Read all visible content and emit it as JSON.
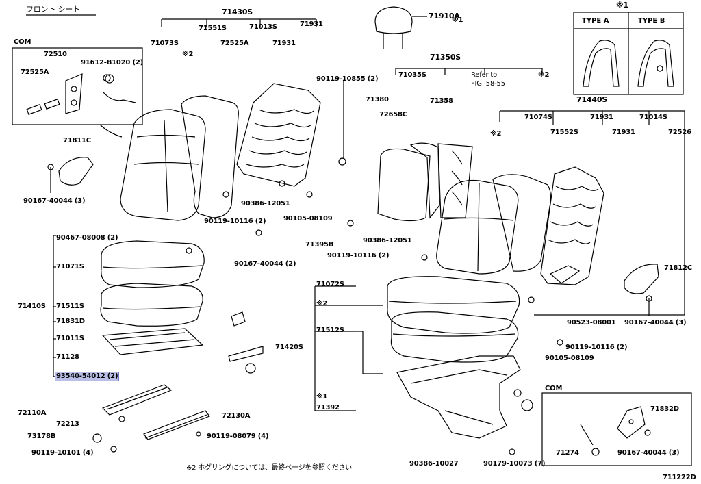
{
  "header": {
    "title_jp": "フロント シート",
    "note": "※2 ホグリングについては、最終ページを参照ください",
    "diagram_id": "711222D",
    "refer_line1": "Refer to",
    "refer_line2": "FIG. 58-55"
  },
  "type_box": {
    "mark": "※1",
    "type_a": "TYPE A",
    "type_b": "TYPE B"
  },
  "com_box_left": {
    "label": "COM"
  },
  "com_box_right": {
    "label": "COM"
  },
  "labels": [
    {
      "text": "71430S"
    },
    {
      "text": "71910A"
    },
    {
      "text": "※1"
    },
    {
      "text": "71073S"
    },
    {
      "text": "71551S"
    },
    {
      "text": "71013S"
    },
    {
      "text": "71931"
    },
    {
      "text": "72525A"
    },
    {
      "text": "71931"
    },
    {
      "text": "※2"
    },
    {
      "text": "72510"
    },
    {
      "text": "91612-B1020 (2)"
    },
    {
      "text": "72525A"
    },
    {
      "text": "90119-10855 (2)"
    },
    {
      "text": "71350S"
    },
    {
      "text": "71035S"
    },
    {
      "text": "※2"
    },
    {
      "text": "71380"
    },
    {
      "text": "72658C"
    },
    {
      "text": "71358"
    },
    {
      "text": "71440S"
    },
    {
      "text": "71074S"
    },
    {
      "text": "71931"
    },
    {
      "text": "71014S"
    },
    {
      "text": "※2"
    },
    {
      "text": "71552S"
    },
    {
      "text": "71931"
    },
    {
      "text": "72526"
    },
    {
      "text": "71811C"
    },
    {
      "text": "90167-40044 (3)"
    },
    {
      "text": "90386-12051"
    },
    {
      "text": "90119-10116 (2)"
    },
    {
      "text": "90105-08109"
    },
    {
      "text": "90467-08008 (2)"
    },
    {
      "text": "71071S"
    },
    {
      "text": "71395B"
    },
    {
      "text": "90167-40044 (2)"
    },
    {
      "text": "90119-10116 (2)"
    },
    {
      "text": "90386-12051"
    },
    {
      "text": "71812C"
    },
    {
      "text": "71410S"
    },
    {
      "text": "71511S"
    },
    {
      "text": "71831D"
    },
    {
      "text": "71011S"
    },
    {
      "text": "71128"
    },
    {
      "text": "93540-54012 (2)"
    },
    {
      "text": "71072S"
    },
    {
      "text": "※2"
    },
    {
      "text": "71512S"
    },
    {
      "text": "71420S"
    },
    {
      "text": "90523-08001"
    },
    {
      "text": "90167-40044 (3)"
    },
    {
      "text": "90119-10116 (2)"
    },
    {
      "text": "90105-08109"
    },
    {
      "text": "※1"
    },
    {
      "text": "71392"
    },
    {
      "text": "72110A"
    },
    {
      "text": "72213"
    },
    {
      "text": "72130A"
    },
    {
      "text": "73178B"
    },
    {
      "text": "90119-08079 (4)"
    },
    {
      "text": "90119-10101 (4)"
    },
    {
      "text": "90386-10027"
    },
    {
      "text": "90179-10073 (7)"
    },
    {
      "text": "71832D"
    },
    {
      "text": "71274"
    },
    {
      "text": "90167-40044 (3)"
    }
  ]
}
